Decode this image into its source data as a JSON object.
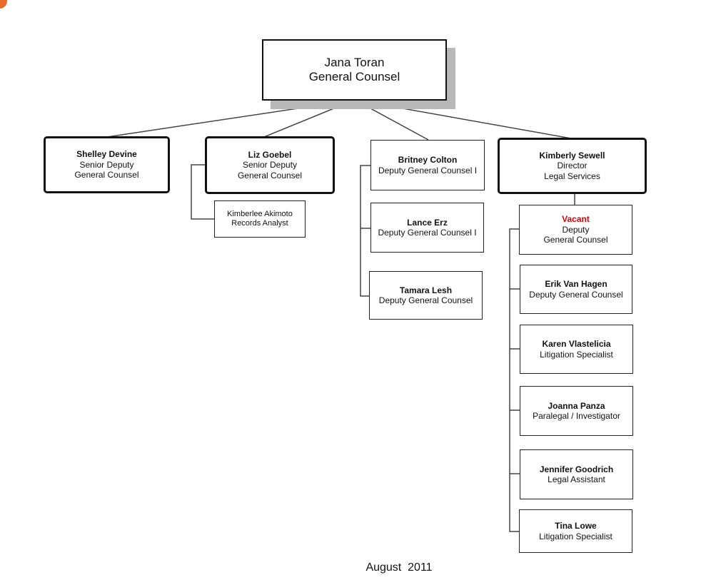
{
  "org": {
    "head": {
      "name": "Jana Toran",
      "title": "General Counsel"
    },
    "shelley": {
      "name": "Shelley Devine",
      "title1": "Senior Deputy",
      "title2": "General Counsel"
    },
    "liz": {
      "name": "Liz Goebel",
      "title1": "Senior Deputy",
      "title2": "General Counsel"
    },
    "kimberlee": {
      "name": "Kimberlee Akimoto",
      "title": "Records Analyst"
    },
    "britney": {
      "name": "Britney Colton",
      "title": "Deputy General Counsel I"
    },
    "lance": {
      "name": "Lance Erz",
      "title": "Deputy General Counsel I"
    },
    "tamara": {
      "name": "Tamara Lesh",
      "title": "Deputy General Counsel"
    },
    "kimberly": {
      "name": "Kimberly Sewell",
      "title1": "Director",
      "title2": "Legal Services"
    },
    "vacant": {
      "name": "Vacant",
      "title1": "Deputy",
      "title2": "General Counsel",
      "color": "#e00000"
    },
    "erik": {
      "name": "Erik Van Hagen",
      "title": "Deputy General Counsel"
    },
    "karen": {
      "name": "Karen Vlastelicia",
      "title": "Litigation Specialist"
    },
    "joanna": {
      "name": "Joanna Panza",
      "title": "Paralegal / Investigator"
    },
    "jennifer": {
      "name": "Jennifer Goodrich",
      "title": "Legal Assistant"
    },
    "tina": {
      "name": "Tina Lowe",
      "title": "Litigation Specialist"
    }
  },
  "footer": {
    "date": "August  2011"
  }
}
